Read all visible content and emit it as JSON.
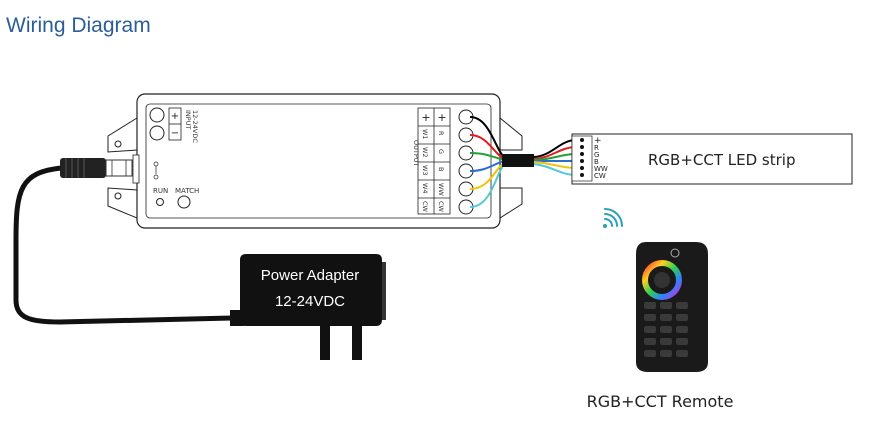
{
  "title": "Wiring Diagram",
  "controller": {
    "input_label": "INPUT",
    "input_voltage": "12-24VDC",
    "input_plus": "+",
    "input_minus": "−",
    "output_label": "OUTPUT",
    "output_cols": [
      [
        "+",
        "+"
      ],
      [
        "W1",
        "R"
      ],
      [
        "W2",
        "G"
      ],
      [
        "W3",
        "B"
      ],
      [
        "W4",
        "WW"
      ],
      [
        "CW",
        "CW"
      ]
    ],
    "run_label": "RUN",
    "match_label": "MATCH"
  },
  "power_adapter": {
    "line1": "Power Adapter",
    "line2": "12-24VDC"
  },
  "led_strip": {
    "label": "RGB+CCT LED strip",
    "pins": [
      "+",
      "R",
      "G",
      "B",
      "WW",
      "CW"
    ]
  },
  "remote": {
    "caption": "RGB+CCT Remote"
  },
  "wire_colors": {
    "plus": "#000000",
    "r": "#e02020",
    "g": "#22a03a",
    "b": "#2a6fd0",
    "ww": "#f2c400",
    "cw": "#55c8d8"
  }
}
